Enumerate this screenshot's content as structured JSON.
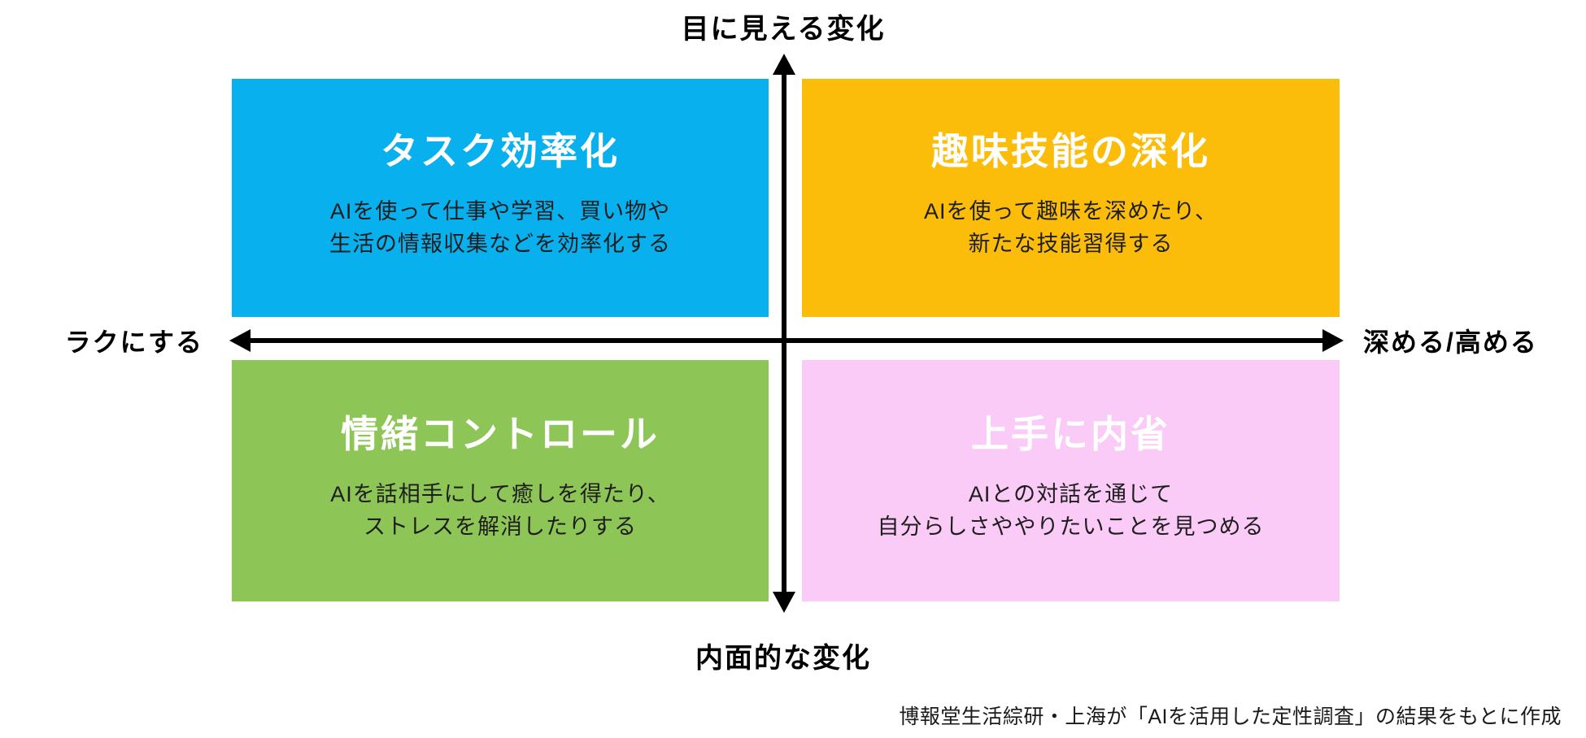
{
  "diagram": {
    "axes": {
      "top": "目に見える変化",
      "bottom": "内面的な変化",
      "left": "ラクにする",
      "right": "深める/高める",
      "line_color": "#000000"
    },
    "quadrants": [
      {
        "position": "top-left",
        "title": "タスク効率化",
        "body": [
          "AIを使って仕事や学習、買い物や",
          "生活の情報収集などを効率化する"
        ],
        "color": "#09B0EE",
        "title_color": "#FFFFFF",
        "body_color": "#1E1E1E"
      },
      {
        "position": "top-right",
        "title": "趣味技能の深化",
        "body": [
          "AIを使って趣味を深めたり、",
          "新たな技能習得する"
        ],
        "color": "#FBBD0A",
        "title_color": "#FFFFFF",
        "body_color": "#1E1E1E"
      },
      {
        "position": "bottom-left",
        "title": "情緒コントロール",
        "body": [
          "AIを話相手にして癒しを得たり、",
          "ストレスを解消したりする"
        ],
        "color": "#8DC556",
        "title_color": "#FFFFFF",
        "body_color": "#1E1E1E"
      },
      {
        "position": "bottom-right",
        "title": "上手に内省",
        "body": [
          "AIとの対話を通じて",
          "自分らしさややりたいことを見つめる"
        ],
        "color": "#FBCBF7",
        "title_color": "#FFFFFF",
        "body_color": "#1E1E1E"
      }
    ],
    "footer": {
      "credit": "博報堂生活綜研・上海が「AIを活用した定性調査」の結果をもとに作成"
    }
  }
}
